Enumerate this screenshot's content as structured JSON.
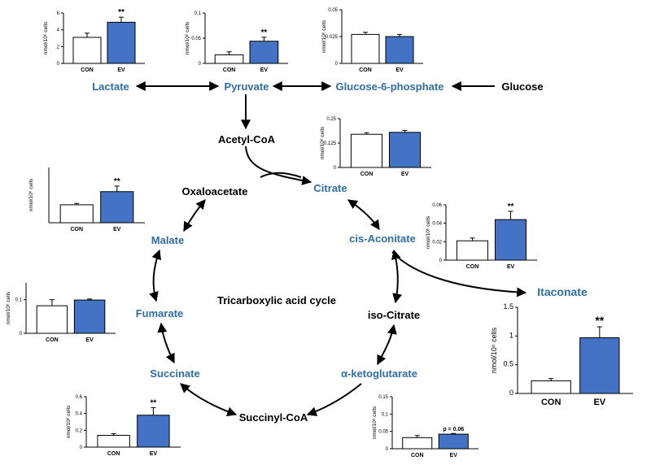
{
  "colors": {
    "highlight_metabolite": "#2e6ea6",
    "plain_metabolite": "#000000",
    "con_bar_fill": "#ffffff",
    "ev_bar_fill": "#4472c4",
    "arrow": "#000000"
  },
  "metabolites": {
    "lactate": {
      "label": "Lactate",
      "highlight": true
    },
    "pyruvate": {
      "label": "Pyruvate",
      "highlight": true
    },
    "g6p": {
      "label": "Glucose-6-phosphate",
      "highlight": true
    },
    "glucose": {
      "label": "Glucose",
      "highlight": false
    },
    "acetylcoa": {
      "label": "Acetyl-CoA",
      "highlight": false
    },
    "oxaloacetate": {
      "label": "Oxaloacetate",
      "highlight": false
    },
    "citrate": {
      "label": "Citrate",
      "highlight": true
    },
    "cisaconitate": {
      "label": "cis-Aconitate",
      "highlight": true
    },
    "itaconate": {
      "label": "Itaconate",
      "highlight": true
    },
    "isocitrate": {
      "label": "iso-Citrate",
      "highlight": false
    },
    "akg": {
      "label": "α-ketoglutarate",
      "highlight": true
    },
    "succinylcoa": {
      "label": "Succinyl-CoA",
      "highlight": false
    },
    "succinate": {
      "label": "Succinate",
      "highlight": true
    },
    "fumarate": {
      "label": "Fumarate",
      "highlight": true
    },
    "malate": {
      "label": "Malate",
      "highlight": true
    }
  },
  "cycle_label": "Tricarboxylic acid cycle",
  "chart_data": [
    {
      "id": "lactate",
      "type": "bar",
      "ylabel": "nmol/10⁶ cells",
      "categories": [
        "CON",
        "EV"
      ],
      "values": [
        3.1,
        4.9
      ],
      "errors": [
        0.5,
        0.6
      ],
      "ylim": [
        0,
        6
      ],
      "yticks": [
        "0",
        "2",
        "4",
        "6"
      ],
      "annotation": "**"
    },
    {
      "id": "pyruvate",
      "type": "bar",
      "ylabel": "nmol/10⁶ cells",
      "categories": [
        "CON",
        "EV"
      ],
      "values": [
        0.017,
        0.044
      ],
      "errors": [
        0.006,
        0.008
      ],
      "ylim": [
        0,
        0.1
      ],
      "yticks": [
        "0",
        "0.05",
        "0.1"
      ],
      "annotation": "**"
    },
    {
      "id": "g6p",
      "type": "bar",
      "ylabel": "nmol/10⁶ cells",
      "categories": [
        "CON",
        "EV"
      ],
      "values": [
        0.027,
        0.025
      ],
      "errors": [
        0.002,
        0.002
      ],
      "ylim": [
        0,
        0.05
      ],
      "yticks": [
        "0",
        "0.025",
        "0.05"
      ],
      "annotation": ""
    },
    {
      "id": "citrate",
      "type": "bar",
      "ylabel": "nmol/10⁶ cells",
      "categories": [
        "CON",
        "EV"
      ],
      "values": [
        0.17,
        0.18
      ],
      "errors": [
        0.008,
        0.01
      ],
      "ylim": [
        0,
        0.25
      ],
      "yticks": [
        "0",
        "0.125",
        "0.25"
      ],
      "annotation": ""
    },
    {
      "id": "malate",
      "type": "bar",
      "ylabel": "nmol/10⁶ cells",
      "categories": [
        "CON",
        "EV"
      ],
      "values": [
        0.26,
        0.45
      ],
      "errors": [
        0.02,
        0.08
      ],
      "ylim": [
        0,
        0.8
      ],
      "yticks": [],
      "annotation": "**"
    },
    {
      "id": "cisaconitate",
      "type": "bar",
      "ylabel": "nmol/10⁶ cells",
      "categories": [
        "CON",
        "EV"
      ],
      "values": [
        0.021,
        0.044
      ],
      "errors": [
        0.003,
        0.009
      ],
      "ylim": [
        0,
        0.06
      ],
      "yticks": [
        "0",
        "0.02",
        "0.04",
        "0.06"
      ],
      "annotation": "**"
    },
    {
      "id": "fumarate",
      "type": "bar",
      "ylabel": "nmol/10⁶ cells",
      "categories": [
        "CON",
        "EV"
      ],
      "values": [
        0.082,
        0.099
      ],
      "errors": [
        0.018,
        0.003
      ],
      "ylim": [
        0,
        0.15
      ],
      "yticks": [
        "0",
        "0.1"
      ],
      "annotation": ""
    },
    {
      "id": "itaconate",
      "type": "bar",
      "ylabel": "nmol/10⁶ cells",
      "categories": [
        "CON",
        "EV"
      ],
      "values": [
        0.22,
        0.97
      ],
      "errors": [
        0.04,
        0.19
      ],
      "ylim": [
        0,
        1.5
      ],
      "yticks": [
        "0",
        "0.5",
        "1",
        "1.5"
      ],
      "annotation": "**"
    },
    {
      "id": "succinate",
      "type": "bar",
      "ylabel": "nmol/10⁶ cells",
      "categories": [
        "CON",
        "EV"
      ],
      "values": [
        0.14,
        0.38
      ],
      "errors": [
        0.02,
        0.09
      ],
      "ylim": [
        0,
        0.6
      ],
      "yticks": [
        "0",
        "0.2",
        "0.4",
        "0.6"
      ],
      "annotation": "**"
    },
    {
      "id": "akg",
      "type": "bar",
      "ylabel": "nmol/10⁶ cells",
      "categories": [
        "CON",
        "EV"
      ],
      "values": [
        0.032,
        0.042
      ],
      "errors": [
        0.006,
        0.002
      ],
      "ylim": [
        0,
        0.15
      ],
      "yticks": [
        "0",
        "0.05",
        "0.1",
        "0.15"
      ],
      "annotation": "p = 0.06"
    }
  ]
}
